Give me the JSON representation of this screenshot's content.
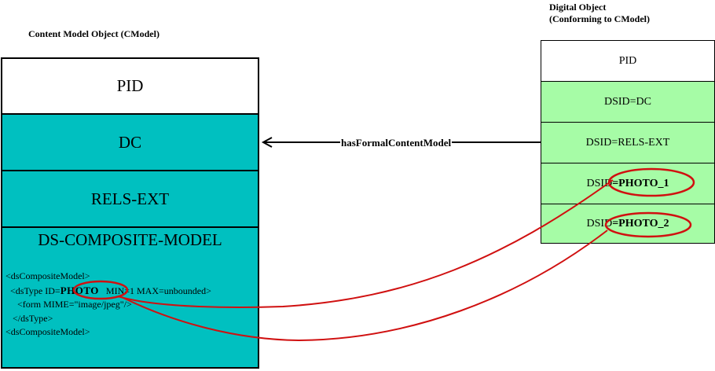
{
  "cmodel": {
    "title": "Content Model Object (CModel)",
    "rows": {
      "pid": "PID",
      "dc": "DC",
      "rels_ext": "RELS-EXT",
      "ds_composite_model": "DS-COMPOSITE-MODEL"
    },
    "xml": {
      "line1": "<dsCompositeModel>",
      "line2_prefix": "  <dsType ID=",
      "line2_id": "PHOTO",
      "line2_suffix": "   MIN=1 MAX=unbounded>",
      "line3": "     <form MIME=\"image/jpeg\"/>",
      "line4": "   </dsType>",
      "line5": "<dsCompositeModel>"
    },
    "colors": {
      "fill": "#00c0c0",
      "header_fill": "#ffffff"
    }
  },
  "digital_object": {
    "title_line1": "Digital Object",
    "title_line2": "(Conforming to CModel)",
    "rows": {
      "pid": "PID",
      "dc": "DSID=DC",
      "rels_ext": "DSID=RELS-EXT",
      "photo1_prefix": "DSID",
      "photo1_value": "=PHOTO_1",
      "photo2_prefix": "DSID",
      "photo2_value": "=PHOTO_2"
    },
    "colors": {
      "fill": "#a6fca6",
      "header_fill": "#ffffff"
    }
  },
  "relationship": {
    "label": "hasFormalContentModel",
    "from": "Digital Object",
    "to": "Content Model Object (CModel)"
  },
  "annotations": {
    "highlight_color": "#d01010",
    "links": [
      {
        "from": "PHOTO",
        "to": "PHOTO_1"
      },
      {
        "from": "PHOTO",
        "to": "PHOTO_2"
      }
    ]
  }
}
